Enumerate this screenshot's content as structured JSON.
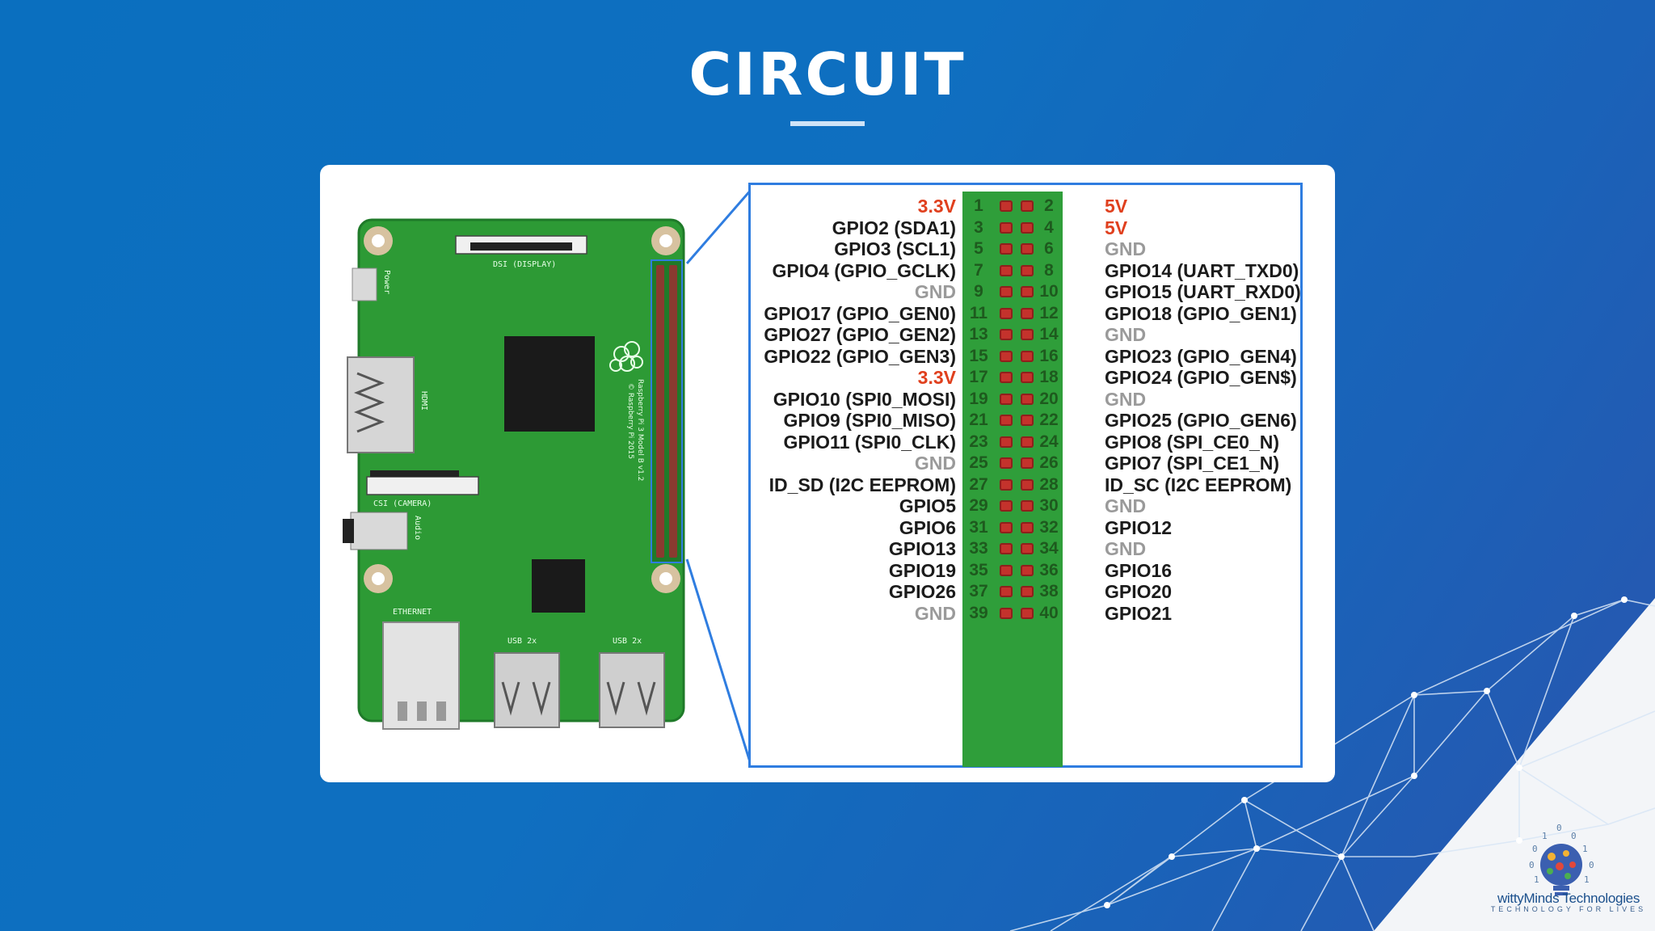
{
  "slide": {
    "title": "CIRCUIT"
  },
  "board": {
    "labels": {
      "display": "DSI (DISPLAY)",
      "power": "Power",
      "hdmi": "HDMI",
      "camera": "CSI (CAMERA)",
      "audio": "Audio",
      "ethernet": "ETHERNET",
      "usb1": "USB 2x",
      "usb2": "USB 2x",
      "model": "Raspberry Pi 3 Model B v1.2",
      "copyright": "© Raspberry Pi 2015"
    }
  },
  "pinout": {
    "rows": [
      {
        "pin_left": "1",
        "pin_right": "2",
        "left": "3.3V",
        "right": "5V",
        "left_style": "red",
        "right_style": "red"
      },
      {
        "pin_left": "3",
        "pin_right": "4",
        "left": "GPIO2 (SDA1)",
        "right": "5V",
        "left_style": "dark",
        "right_style": "red"
      },
      {
        "pin_left": "5",
        "pin_right": "6",
        "left": "GPIO3 (SCL1)",
        "right": "GND",
        "left_style": "dark",
        "right_style": "gray"
      },
      {
        "pin_left": "7",
        "pin_right": "8",
        "left": "GPIO4 (GPIO_GCLK)",
        "right": "GPIO14 (UART_TXD0)",
        "left_style": "dark",
        "right_style": "dark"
      },
      {
        "pin_left": "9",
        "pin_right": "10",
        "left": "GND",
        "right": "GPIO15 (UART_RXD0)",
        "left_style": "gray",
        "right_style": "dark"
      },
      {
        "pin_left": "11",
        "pin_right": "12",
        "left": "GPIO17 (GPIO_GEN0)",
        "right": "GPIO18 (GPIO_GEN1)",
        "left_style": "dark",
        "right_style": "dark"
      },
      {
        "pin_left": "13",
        "pin_right": "14",
        "left": "GPIO27 (GPIO_GEN2)",
        "right": "GND",
        "left_style": "dark",
        "right_style": "gray"
      },
      {
        "pin_left": "15",
        "pin_right": "16",
        "left": "GPIO22 (GPIO_GEN3)",
        "right": "GPIO23 (GPIO_GEN4)",
        "left_style": "dark",
        "right_style": "dark"
      },
      {
        "pin_left": "17",
        "pin_right": "18",
        "left": "3.3V",
        "right": "GPIO24 (GPIO_GEN$)",
        "left_style": "red",
        "right_style": "dark"
      },
      {
        "pin_left": "19",
        "pin_right": "20",
        "left": "GPIO10 (SPI0_MOSI)",
        "right": "GND",
        "left_style": "dark",
        "right_style": "gray"
      },
      {
        "pin_left": "21",
        "pin_right": "22",
        "left": "GPIO9 (SPI0_MISO)",
        "right": "GPIO25 (GPIO_GEN6)",
        "left_style": "dark",
        "right_style": "dark"
      },
      {
        "pin_left": "23",
        "pin_right": "24",
        "left": "GPIO11 (SPI0_CLK)",
        "right": "GPIO8 (SPI_CE0_N)",
        "left_style": "dark",
        "right_style": "dark"
      },
      {
        "pin_left": "25",
        "pin_right": "26",
        "left": "GND",
        "right": "GPIO7 (SPI_CE1_N)",
        "left_style": "gray",
        "right_style": "dark"
      },
      {
        "pin_left": "27",
        "pin_right": "28",
        "left": "ID_SD (I2C EEPROM)",
        "right": "ID_SC (I2C EEPROM)",
        "left_style": "dark",
        "right_style": "dark"
      },
      {
        "pin_left": "29",
        "pin_right": "30",
        "left": "GPIO5",
        "right": "GND",
        "left_style": "dark",
        "right_style": "gray"
      },
      {
        "pin_left": "31",
        "pin_right": "32",
        "left": "GPIO6",
        "right": "GPIO12",
        "left_style": "dark",
        "right_style": "dark"
      },
      {
        "pin_left": "33",
        "pin_right": "34",
        "left": "GPIO13",
        "right": "GND",
        "left_style": "dark",
        "right_style": "gray"
      },
      {
        "pin_left": "35",
        "pin_right": "36",
        "left": "GPIO19",
        "right": "GPIO16",
        "left_style": "dark",
        "right_style": "dark"
      },
      {
        "pin_left": "37",
        "pin_right": "38",
        "left": "GPIO26",
        "right": "GPIO20",
        "left_style": "dark",
        "right_style": "dark"
      },
      {
        "pin_left": "39",
        "pin_right": "40",
        "left": "GND",
        "right": "GPIO21",
        "left_style": "gray",
        "right_style": "dark"
      }
    ]
  },
  "brand": {
    "name": "wittyMinds Technologies",
    "tagline": "TECHNOLOGY FOR LIVES"
  }
}
